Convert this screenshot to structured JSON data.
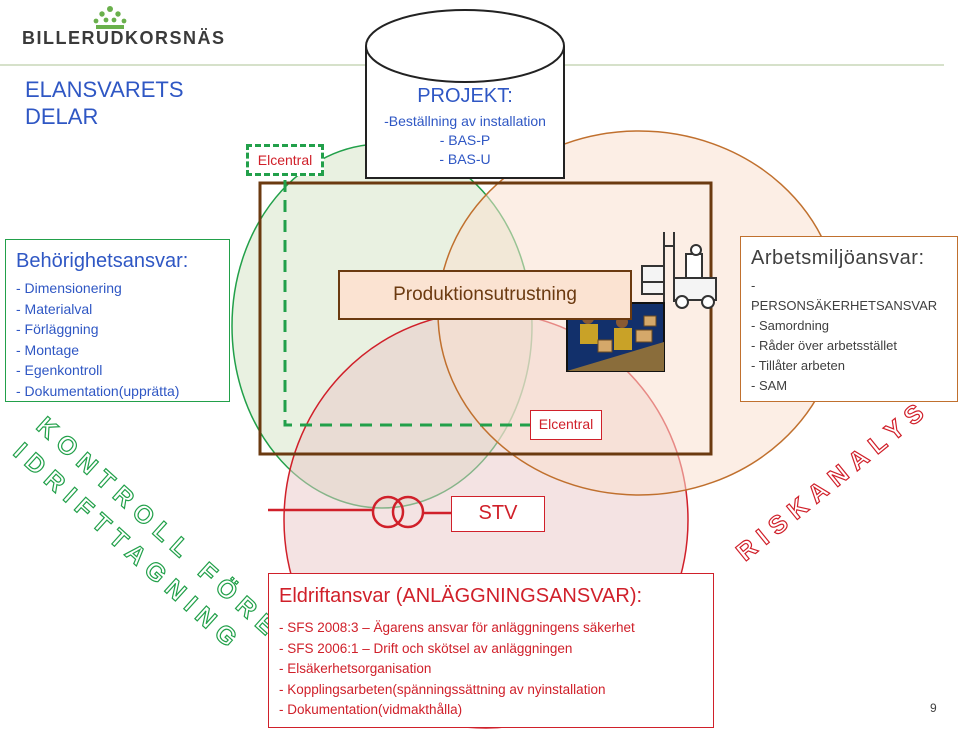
{
  "header": {
    "logo_text": "BILLERUDKORSNÄS",
    "title_line1": "ELANSVARETS",
    "title_line2": "DELAR",
    "page_number": "9"
  },
  "project": {
    "title": "PROJEKT:",
    "lines": [
      "-Beställning av installation",
      "- BAS-P",
      "- BAS-U"
    ]
  },
  "labels": {
    "elcentral_top": "Elcentral",
    "elcentral_mid": "Elcentral",
    "production": "Produktionsutrustning",
    "stv": "STV"
  },
  "behorighet": {
    "title": "Behörighetsansvar:",
    "items": [
      "- Dimensionering",
      "- Materialval",
      "- Förläggning",
      "- Montage",
      "- Egenkontroll",
      "- Dokumentation(upprätta)"
    ]
  },
  "arbetsmiljo": {
    "title": "Arbetsmiljöansvar:",
    "items": [
      "-",
      "PERSONSÄKERHETSANSVAR",
      "- Samordning",
      "- Råder över arbetsstället",
      "- Tillåter arbeten",
      "- SAM"
    ]
  },
  "eldrift": {
    "title": "Eldriftansvar (ANLÄGGNINGSANSVAR):",
    "items": [
      "- SFS 2008:3 – Ägarens ansvar för anläggningens säkerhet",
      "- SFS 2006:1 – Drift och skötsel av anläggningen",
      "- Elsäkerhetsorganisation",
      "- Kopplingsarbeten(spänningssättning av nyinstallation",
      "- Dokumentation(vidmakthålla)"
    ]
  },
  "arc_text": {
    "kontroll": "KONTROLL FÖRE",
    "idrift": "IDRIFTTAGNING",
    "riskanalys": "RISKANALYS"
  },
  "colors": {
    "green": "#1f9a3c",
    "red": "#d0202a",
    "orange_circle": "#c0702e",
    "brown": "#6b3a10",
    "blue": "#2f57c4",
    "dark_gray": "#404040"
  }
}
